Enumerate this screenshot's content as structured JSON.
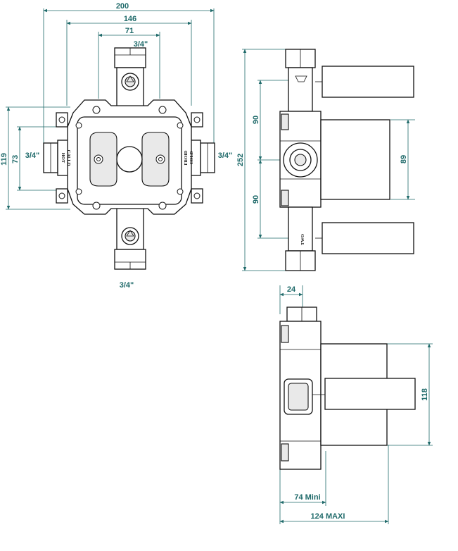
{
  "front_view": {
    "width_overall": "200",
    "width_mount": "146",
    "width_ports": "71",
    "port_top": "3/4\"",
    "port_bottom": "3/4\"",
    "port_left": "3/4\"",
    "port_right": "3/4\"",
    "height_overall": "119",
    "height_ports": "73",
    "stamp_left_1": "CALLD",
    "stamp_left_2": "HOT",
    "stamp_right_1": "FROID",
    "stamp_right_2": "COLD"
  },
  "side_view": {
    "height_overall": "252",
    "offset_upper": "90",
    "offset_lower": "90",
    "block_height": "89",
    "stamp": "TWO"
  },
  "bottom_view": {
    "depth_front": "24",
    "plate_height": "118",
    "depth_min": "74 Mini",
    "depth_max": "124 MAXI"
  }
}
